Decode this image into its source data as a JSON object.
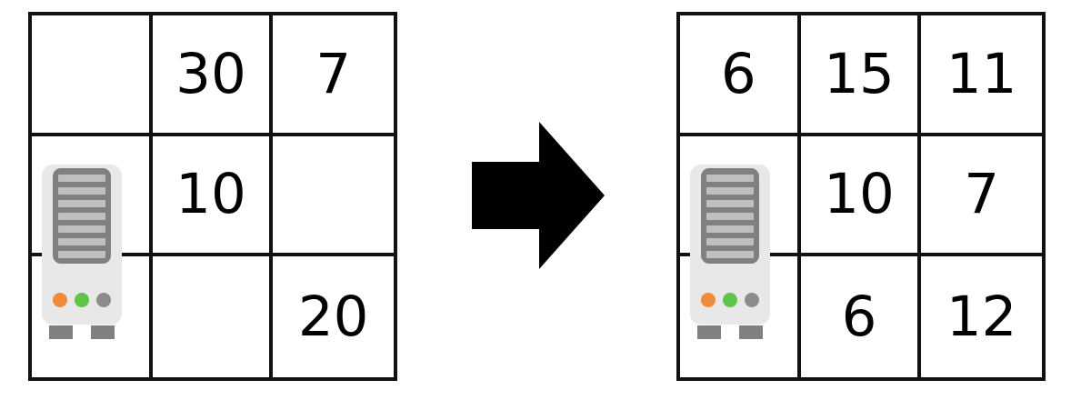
{
  "diagram": {
    "type": "before-after-grid-transformation",
    "transition_icon": "right-arrow-icon",
    "agent_icon": "server-robot-icon",
    "colors": {
      "grid_line": "#111111",
      "cell_background": "#ffffff",
      "text": "#000000",
      "robot_body": "#e8e8e8",
      "robot_panel": "#808080",
      "robot_stripe": "#bfbfbf",
      "robot_foot": "#808080",
      "led_orange": "#ef8b3c",
      "led_green": "#5ec44a",
      "led_gray": "#8c8c8c",
      "arrow": "#000000"
    }
  },
  "left_grid": {
    "name": "before-grid",
    "rows": 3,
    "columns": 3,
    "agent_cell": {
      "row": 2,
      "column": 1
    },
    "cells": [
      [
        {
          "value": "",
          "has_agent": false
        },
        {
          "value": "30",
          "has_agent": false
        },
        {
          "value": "7",
          "has_agent": false
        }
      ],
      [
        {
          "value": "",
          "has_agent": true
        },
        {
          "value": "10",
          "has_agent": false
        },
        {
          "value": "",
          "has_agent": false
        }
      ],
      [
        {
          "value": "",
          "has_agent": false
        },
        {
          "value": "",
          "has_agent": false
        },
        {
          "value": "20",
          "has_agent": false
        }
      ]
    ]
  },
  "right_grid": {
    "name": "after-grid",
    "rows": 3,
    "columns": 3,
    "agent_cell": {
      "row": 2,
      "column": 1
    },
    "cells": [
      [
        {
          "value": "6",
          "has_agent": false
        },
        {
          "value": "15",
          "has_agent": false
        },
        {
          "value": "11",
          "has_agent": false
        }
      ],
      [
        {
          "value": "",
          "has_agent": true
        },
        {
          "value": "10",
          "has_agent": false
        },
        {
          "value": "7",
          "has_agent": false
        }
      ],
      [
        {
          "value": "",
          "has_agent": false
        },
        {
          "value": "6",
          "has_agent": false
        },
        {
          "value": "12",
          "has_agent": false
        }
      ]
    ]
  }
}
